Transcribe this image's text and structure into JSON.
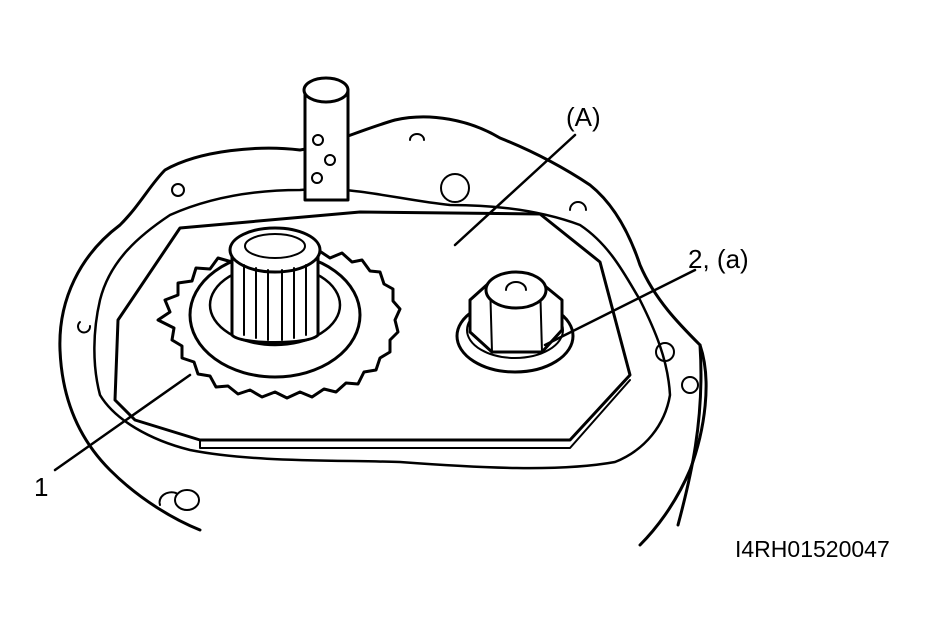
{
  "callouts": {
    "part_1": "1",
    "part_2": "2, (a)",
    "part_A": "(A)"
  },
  "figure_code": "I4RH01520047"
}
